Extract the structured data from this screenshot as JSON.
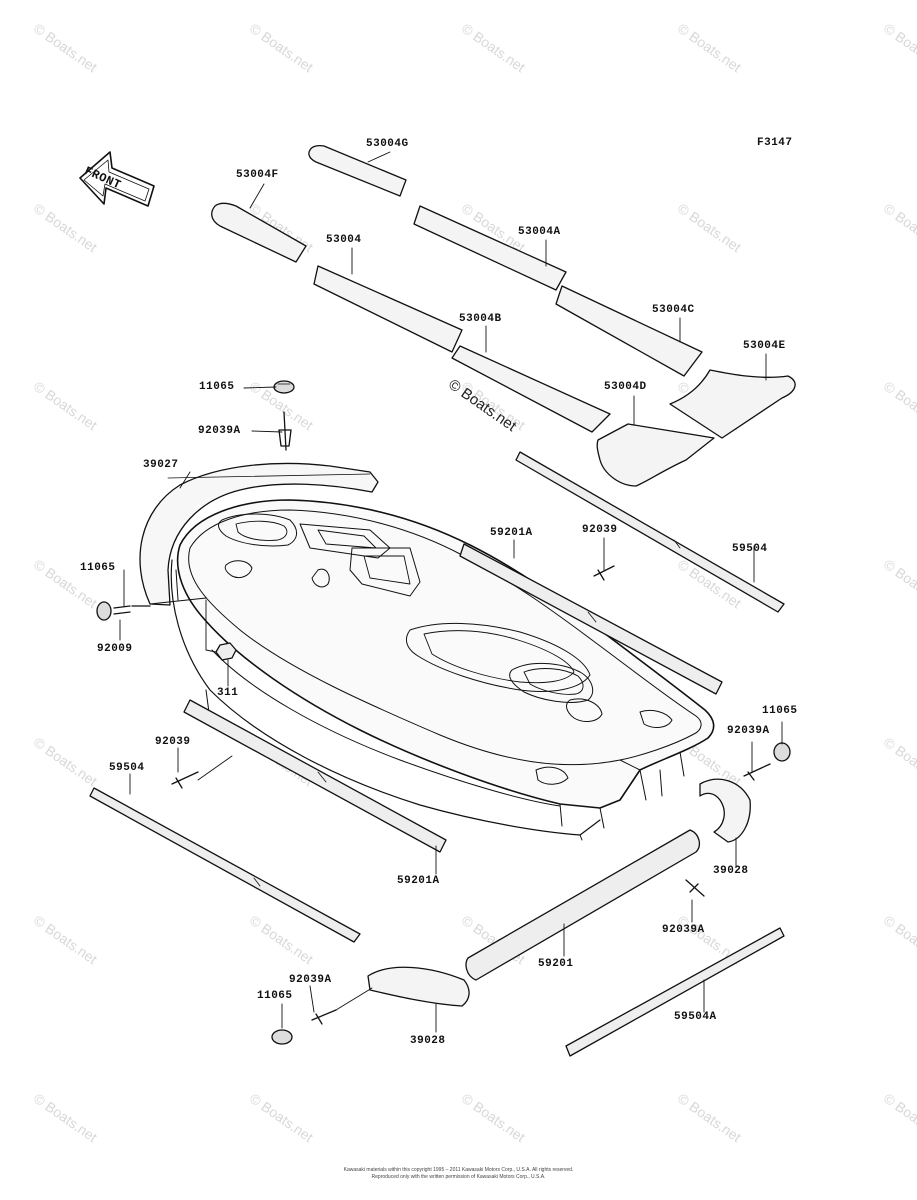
{
  "figure_code": "F3147",
  "front_arrow_label": "FRONT",
  "inline_watermark": "© Boats.net",
  "background_watermark": "© Boats.net",
  "copyright": {
    "line1": "Kawasaki materials within this copyright 1995 – 2011 Kawasaki Motors Corp., U.S.A. All rights reserved.",
    "line2": "Reproduced only with the written permission of Kawasaki Motors Corp., U.S.A."
  },
  "labels": {
    "p53004G": "53004G",
    "p53004F": "53004F",
    "p53004A": "53004A",
    "p53004": "53004",
    "p53004C": "53004C",
    "p53004B": "53004B",
    "p53004E": "53004E",
    "p53004D": "53004D",
    "p11065_a": "11065",
    "p92039A_a": "92039A",
    "p39027": "39027",
    "p59201A_a": "59201A",
    "p92039_a": "92039",
    "p59504_a": "59504",
    "p11065_b": "11065",
    "p92009": "92009",
    "p311": "311",
    "p11065_c": "11065",
    "p92039A_b": "92039A",
    "p92039_b": "92039",
    "p59504_b": "59504",
    "p39028_a": "39028",
    "p59201A_b": "59201A",
    "p92039A_c": "92039A",
    "p59201": "59201",
    "p92039A_d": "92039A",
    "p11065_d": "11065",
    "p39028_b": "39028",
    "p59504A": "59504A"
  }
}
